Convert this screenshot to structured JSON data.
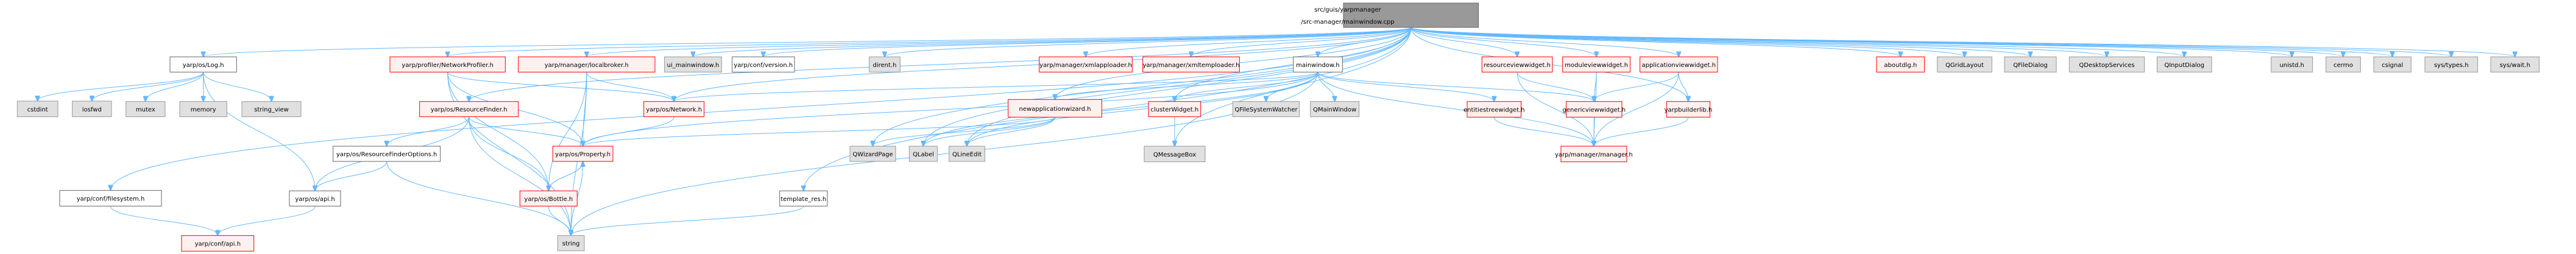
{
  "diagram": {
    "type": "include-dependency-graph",
    "root": "src/guis/yarpmanager/src-manager/mainwindow.cpp",
    "styles": {
      "root": {
        "fill": "#999999",
        "stroke": "#666666"
      },
      "internal": {
        "fill": "#ffffff",
        "stroke": "#666666"
      },
      "external": {
        "fill": "#e0e0e0",
        "stroke": "#999999"
      },
      "truncated": {
        "fill": "#fff0f0",
        "stroke": "#ff0000"
      },
      "edge": "#63b8ff"
    },
    "nodes": [
      {
        "id": "root",
        "lines": [
          "src/guis/yarpmanager",
          "/src-manager/mainwindow.cpp"
        ],
        "kind": "root"
      },
      {
        "id": "log",
        "lines": [
          "yarp/os/Log.h"
        ],
        "kind": "internal"
      },
      {
        "id": "cstdint",
        "lines": [
          "cstdint"
        ],
        "kind": "external"
      },
      {
        "id": "iosfwd",
        "lines": [
          "iosfwd"
        ],
        "kind": "external"
      },
      {
        "id": "mutex",
        "lines": [
          "mutex"
        ],
        "kind": "external"
      },
      {
        "id": "memory",
        "lines": [
          "memory"
        ],
        "kind": "external"
      },
      {
        "id": "string_view",
        "lines": [
          "string_view"
        ],
        "kind": "external"
      },
      {
        "id": "conffs",
        "lines": [
          "yarp/conf/filesystem.h"
        ],
        "kind": "internal"
      },
      {
        "id": "confapi",
        "lines": [
          "yarp/conf/api.h"
        ],
        "kind": "truncated"
      },
      {
        "id": "osapi",
        "lines": [
          "yarp/os/api.h"
        ],
        "kind": "internal"
      },
      {
        "id": "netprof",
        "lines": [
          "yarp/profiler/NetworkProfiler.h"
        ],
        "kind": "truncated"
      },
      {
        "id": "localbroker",
        "lines": [
          "yarp/manager/localbroker.h"
        ],
        "kind": "truncated"
      },
      {
        "id": "resfinder",
        "lines": [
          "yarp/os/ResourceFinder.h"
        ],
        "kind": "truncated"
      },
      {
        "id": "resfinderopt",
        "lines": [
          "yarp/os/ResourceFinderOptions.h"
        ],
        "kind": "internal"
      },
      {
        "id": "network",
        "lines": [
          "yarp/os/Network.h"
        ],
        "kind": "truncated"
      },
      {
        "id": "property",
        "lines": [
          "yarp/os/Property.h"
        ],
        "kind": "truncated"
      },
      {
        "id": "bottle",
        "lines": [
          "yarp/os/Bottle.h"
        ],
        "kind": "truncated"
      },
      {
        "id": "string",
        "lines": [
          "string"
        ],
        "kind": "external"
      },
      {
        "id": "ui_mainwindow",
        "lines": [
          "ui_mainwindow.h"
        ],
        "kind": "external"
      },
      {
        "id": "version",
        "lines": [
          "yarp/conf/version.h"
        ],
        "kind": "internal"
      },
      {
        "id": "dirent",
        "lines": [
          "dirent.h"
        ],
        "kind": "external"
      },
      {
        "id": "xmlapploader",
        "lines": [
          "yarp/manager/xmlapploader.h"
        ],
        "kind": "truncated"
      },
      {
        "id": "xmltemploader",
        "lines": [
          "yarp/manager/xmltemploader.h"
        ],
        "kind": "truncated"
      },
      {
        "id": "mainwindowh",
        "lines": [
          "mainwindow.h"
        ],
        "kind": "internal"
      },
      {
        "id": "newappwizard",
        "lines": [
          "newapplicationwizard.h"
        ],
        "kind": "truncated"
      },
      {
        "id": "clusterwidget",
        "lines": [
          "clusterWidget.h"
        ],
        "kind": "truncated"
      },
      {
        "id": "qfsw",
        "lines": [
          "QFileSystemWatcher"
        ],
        "kind": "external"
      },
      {
        "id": "qmainwindow",
        "lines": [
          "QMainWindow"
        ],
        "kind": "external"
      },
      {
        "id": "entitiestree",
        "lines": [
          "entitiestreewidget.h"
        ],
        "kind": "truncated"
      },
      {
        "id": "qwizardpage",
        "lines": [
          "QWizardPage"
        ],
        "kind": "external"
      },
      {
        "id": "qlabel",
        "lines": [
          "QLabel"
        ],
        "kind": "external"
      },
      {
        "id": "qlineedit",
        "lines": [
          "QLineEdit"
        ],
        "kind": "external"
      },
      {
        "id": "qmessagebox",
        "lines": [
          "QMessageBox"
        ],
        "kind": "external"
      },
      {
        "id": "template_res",
        "lines": [
          "template_res.h"
        ],
        "kind": "internal"
      },
      {
        "id": "resourceview",
        "lines": [
          "resourceviewwidget.h"
        ],
        "kind": "truncated"
      },
      {
        "id": "moduleview",
        "lines": [
          "moduleviewwidget.h"
        ],
        "kind": "truncated"
      },
      {
        "id": "appview",
        "lines": [
          "applicationviewwidget.h"
        ],
        "kind": "truncated"
      },
      {
        "id": "genericview",
        "lines": [
          "genericviewwidget.h"
        ],
        "kind": "truncated"
      },
      {
        "id": "builderlib",
        "lines": [
          "yarpbuilderlib.h"
        ],
        "kind": "truncated"
      },
      {
        "id": "manager",
        "lines": [
          "yarp/manager/manager.h"
        ],
        "kind": "truncated"
      },
      {
        "id": "aboutdlg",
        "lines": [
          "aboutdlg.h"
        ],
        "kind": "truncated"
      },
      {
        "id": "qgridlayout",
        "lines": [
          "QGridLayout"
        ],
        "kind": "external"
      },
      {
        "id": "qfiledialog",
        "lines": [
          "QFileDialog"
        ],
        "kind": "external"
      },
      {
        "id": "qdesktopservices",
        "lines": [
          "QDesktopServices"
        ],
        "kind": "external"
      },
      {
        "id": "qinputdialog",
        "lines": [
          "QInputDialog"
        ],
        "kind": "external"
      },
      {
        "id": "unistd",
        "lines": [
          "unistd.h"
        ],
        "kind": "external"
      },
      {
        "id": "cerrno",
        "lines": [
          "cerrno"
        ],
        "kind": "external"
      },
      {
        "id": "csignal",
        "lines": [
          "csignal"
        ],
        "kind": "external"
      },
      {
        "id": "systypes",
        "lines": [
          "sys/types.h"
        ],
        "kind": "external"
      },
      {
        "id": "syswait",
        "lines": [
          "sys/wait.h"
        ],
        "kind": "external"
      }
    ],
    "edges": [
      [
        "root",
        "log"
      ],
      [
        "root",
        "conffs"
      ],
      [
        "root",
        "netprof"
      ],
      [
        "root",
        "localbroker"
      ],
      [
        "root",
        "resfinder"
      ],
      [
        "root",
        "ui_mainwindow"
      ],
      [
        "root",
        "version"
      ],
      [
        "root",
        "dirent"
      ],
      [
        "root",
        "xmlapploader"
      ],
      [
        "root",
        "xmltemploader"
      ],
      [
        "root",
        "mainwindowh"
      ],
      [
        "root",
        "newappwizard"
      ],
      [
        "root",
        "clusterwidget"
      ],
      [
        "root",
        "qwizardpage"
      ],
      [
        "root",
        "qlabel"
      ],
      [
        "root",
        "qlineedit"
      ],
      [
        "root",
        "qmessagebox"
      ],
      [
        "root",
        "template_res"
      ],
      [
        "root",
        "resourceview"
      ],
      [
        "root",
        "moduleview"
      ],
      [
        "root",
        "appview"
      ],
      [
        "root",
        "builderlib"
      ],
      [
        "root",
        "aboutdlg"
      ],
      [
        "root",
        "qgridlayout"
      ],
      [
        "root",
        "qfiledialog"
      ],
      [
        "root",
        "qdesktopservices"
      ],
      [
        "root",
        "qinputdialog"
      ],
      [
        "root",
        "unistd"
      ],
      [
        "root",
        "cerrno"
      ],
      [
        "root",
        "csignal"
      ],
      [
        "root",
        "systypes"
      ],
      [
        "root",
        "syswait"
      ],
      [
        "root",
        "network"
      ],
      [
        "log",
        "cstdint"
      ],
      [
        "log",
        "iosfwd"
      ],
      [
        "log",
        "mutex"
      ],
      [
        "log",
        "memory"
      ],
      [
        "log",
        "string_view"
      ],
      [
        "log",
        "osapi"
      ],
      [
        "conffs",
        "confapi"
      ],
      [
        "osapi",
        "confapi"
      ],
      [
        "netprof",
        "property"
      ],
      [
        "netprof",
        "bottle"
      ],
      [
        "netprof",
        "string"
      ],
      [
        "netprof",
        "network"
      ],
      [
        "localbroker",
        "network"
      ],
      [
        "localbroker",
        "property"
      ],
      [
        "localbroker",
        "string"
      ],
      [
        "localbroker",
        "bottle"
      ],
      [
        "resfinder",
        "resfinderopt"
      ],
      [
        "resfinder",
        "property"
      ],
      [
        "resfinder",
        "bottle"
      ],
      [
        "resfinder",
        "string"
      ],
      [
        "resfinder",
        "osapi"
      ],
      [
        "resfinderopt",
        "osapi"
      ],
      [
        "resfinderopt",
        "string"
      ],
      [
        "network",
        "property"
      ],
      [
        "property",
        "bottle"
      ],
      [
        "bottle",
        "property"
      ],
      [
        "property",
        "string"
      ],
      [
        "bottle",
        "string"
      ],
      [
        "mainwindowh",
        "network"
      ],
      [
        "mainwindowh",
        "newappwizard"
      ],
      [
        "mainwindowh",
        "clusterwidget"
      ],
      [
        "mainwindowh",
        "qfsw"
      ],
      [
        "mainwindowh",
        "qmainwindow"
      ],
      [
        "mainwindowh",
        "entitiestree"
      ],
      [
        "mainwindowh",
        "genericview"
      ],
      [
        "mainwindowh",
        "manager"
      ],
      [
        "mainwindowh",
        "qlabel"
      ],
      [
        "mainwindowh",
        "qlineedit"
      ],
      [
        "mainwindowh",
        "string"
      ],
      [
        "mainwindowh",
        "property"
      ],
      [
        "newappwizard",
        "qwizardpage"
      ],
      [
        "newappwizard",
        "qlabel"
      ],
      [
        "newappwizard",
        "qlineedit"
      ],
      [
        "newappwizard",
        "property"
      ],
      [
        "clusterwidget",
        "qmessagebox"
      ],
      [
        "template_res",
        "string"
      ],
      [
        "resourceview",
        "genericview"
      ],
      [
        "resourceview",
        "manager"
      ],
      [
        "moduleview",
        "genericview"
      ],
      [
        "moduleview",
        "manager"
      ],
      [
        "appview",
        "genericview"
      ],
      [
        "appview",
        "builderlib"
      ],
      [
        "appview",
        "manager"
      ],
      [
        "entitiestree",
        "manager"
      ],
      [
        "genericview",
        "manager"
      ],
      [
        "builderlib",
        "manager"
      ]
    ]
  }
}
